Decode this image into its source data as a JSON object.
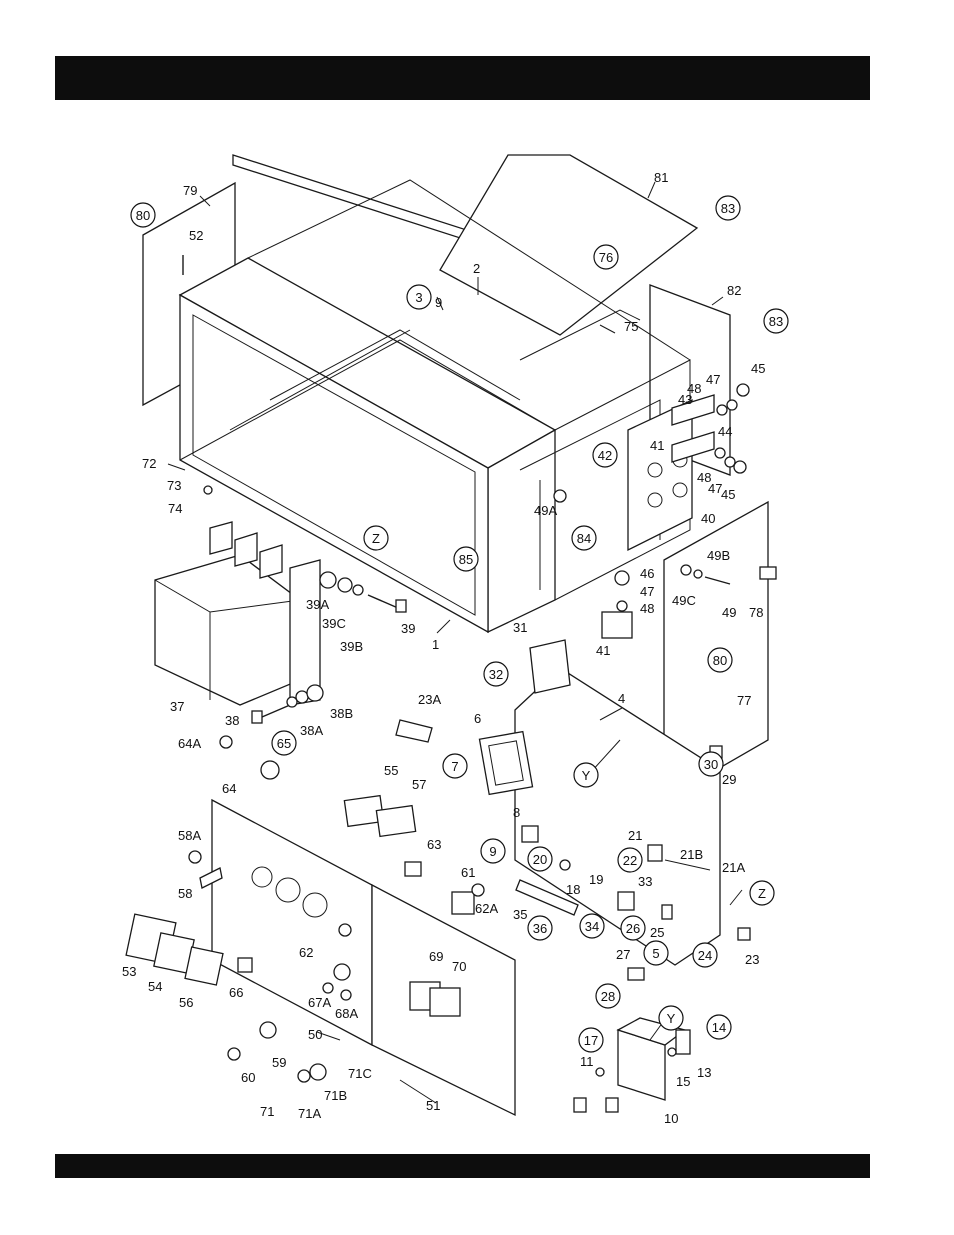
{
  "header": {
    "title": ""
  },
  "footer": {
    "text": ""
  },
  "diagram": {
    "labels": [
      {
        "id": "79",
        "text": "79",
        "circled": false
      },
      {
        "id": "80a",
        "text": "80",
        "circled": true
      },
      {
        "id": "52",
        "text": "52",
        "circled": false
      },
      {
        "id": "2",
        "text": "2",
        "circled": false
      },
      {
        "id": "3",
        "text": "3",
        "circled": true
      },
      {
        "id": "9top",
        "text": "9",
        "circled": false
      },
      {
        "id": "81",
        "text": "81",
        "circled": false
      },
      {
        "id": "83a",
        "text": "83",
        "circled": true
      },
      {
        "id": "76",
        "text": "76",
        "circled": true
      },
      {
        "id": "75",
        "text": "75",
        "circled": false
      },
      {
        "id": "82",
        "text": "82",
        "circled": false
      },
      {
        "id": "83b",
        "text": "83",
        "circled": true
      },
      {
        "id": "45a",
        "text": "45",
        "circled": false
      },
      {
        "id": "47a",
        "text": "47",
        "circled": false
      },
      {
        "id": "48a",
        "text": "48",
        "circled": false
      },
      {
        "id": "43",
        "text": "43",
        "circled": false
      },
      {
        "id": "41a",
        "text": "41",
        "circled": false
      },
      {
        "id": "44",
        "text": "44",
        "circled": false
      },
      {
        "id": "42",
        "text": "42",
        "circled": true
      },
      {
        "id": "48b",
        "text": "48",
        "circled": false
      },
      {
        "id": "47b",
        "text": "47",
        "circled": false
      },
      {
        "id": "45b",
        "text": "45",
        "circled": false
      },
      {
        "id": "40",
        "text": "40",
        "circled": false
      },
      {
        "id": "49A",
        "text": "49A",
        "circled": false
      },
      {
        "id": "72",
        "text": "72",
        "circled": false
      },
      {
        "id": "73",
        "text": "73",
        "circled": false
      },
      {
        "id": "74",
        "text": "74",
        "circled": false
      },
      {
        "id": "Z1",
        "text": "Z",
        "circled": true
      },
      {
        "id": "85",
        "text": "85",
        "circled": true
      },
      {
        "id": "84",
        "text": "84",
        "circled": true
      },
      {
        "id": "46",
        "text": "46",
        "circled": false
      },
      {
        "id": "47c",
        "text": "47",
        "circled": false
      },
      {
        "id": "48c",
        "text": "48",
        "circled": false
      },
      {
        "id": "41b",
        "text": "41",
        "circled": false
      },
      {
        "id": "49B",
        "text": "49B",
        "circled": false
      },
      {
        "id": "49C",
        "text": "49C",
        "circled": false
      },
      {
        "id": "49",
        "text": "49",
        "circled": false
      },
      {
        "id": "78",
        "text": "78",
        "circled": false
      },
      {
        "id": "39A",
        "text": "39A",
        "circled": false
      },
      {
        "id": "39C",
        "text": "39C",
        "circled": false
      },
      {
        "id": "39",
        "text": "39",
        "circled": false
      },
      {
        "id": "39B",
        "text": "39B",
        "circled": false
      },
      {
        "id": "1",
        "text": "1",
        "circled": false
      },
      {
        "id": "31",
        "text": "31",
        "circled": false
      },
      {
        "id": "32",
        "text": "32",
        "circled": true
      },
      {
        "id": "80b",
        "text": "80",
        "circled": true
      },
      {
        "id": "77",
        "text": "77",
        "circled": false
      },
      {
        "id": "37",
        "text": "37",
        "circled": false
      },
      {
        "id": "38",
        "text": "38",
        "circled": false
      },
      {
        "id": "38A",
        "text": "38A",
        "circled": false
      },
      {
        "id": "38B",
        "text": "38B",
        "circled": false
      },
      {
        "id": "23A",
        "text": "23A",
        "circled": false
      },
      {
        "id": "6",
        "text": "6",
        "circled": false
      },
      {
        "id": "4",
        "text": "4",
        "circled": false
      },
      {
        "id": "7",
        "text": "7",
        "circled": true
      },
      {
        "id": "Y1",
        "text": "Y",
        "circled": true
      },
      {
        "id": "30",
        "text": "30",
        "circled": true
      },
      {
        "id": "29",
        "text": "29",
        "circled": false
      },
      {
        "id": "64A",
        "text": "64A",
        "circled": false
      },
      {
        "id": "65",
        "text": "65",
        "circled": true
      },
      {
        "id": "64",
        "text": "64",
        "circled": false
      },
      {
        "id": "55",
        "text": "55",
        "circled": false
      },
      {
        "id": "57",
        "text": "57",
        "circled": false
      },
      {
        "id": "8",
        "text": "8",
        "circled": false
      },
      {
        "id": "9",
        "text": "9",
        "circled": true
      },
      {
        "id": "20",
        "text": "20",
        "circled": true
      },
      {
        "id": "21",
        "text": "21",
        "circled": false
      },
      {
        "id": "22",
        "text": "22",
        "circled": true
      },
      {
        "id": "21B",
        "text": "21B",
        "circled": false
      },
      {
        "id": "21A",
        "text": "21A",
        "circled": false
      },
      {
        "id": "58A",
        "text": "58A",
        "circled": false
      },
      {
        "id": "58",
        "text": "58",
        "circled": false
      },
      {
        "id": "63",
        "text": "63",
        "circled": false
      },
      {
        "id": "18",
        "text": "18",
        "circled": false
      },
      {
        "id": "19",
        "text": "19",
        "circled": false
      },
      {
        "id": "33",
        "text": "33",
        "circled": false
      },
      {
        "id": "Z2",
        "text": "Z",
        "circled": true
      },
      {
        "id": "61",
        "text": "61",
        "circled": false
      },
      {
        "id": "62A",
        "text": "62A",
        "circled": false
      },
      {
        "id": "35",
        "text": "35",
        "circled": false
      },
      {
        "id": "36",
        "text": "36",
        "circled": true
      },
      {
        "id": "34",
        "text": "34",
        "circled": true
      },
      {
        "id": "26",
        "text": "26",
        "circled": true
      },
      {
        "id": "25",
        "text": "25",
        "circled": false
      },
      {
        "id": "5",
        "text": "5",
        "circled": true
      },
      {
        "id": "24",
        "text": "24",
        "circled": true
      },
      {
        "id": "23",
        "text": "23",
        "circled": false
      },
      {
        "id": "53",
        "text": "53",
        "circled": false
      },
      {
        "id": "54",
        "text": "54",
        "circled": false
      },
      {
        "id": "56",
        "text": "56",
        "circled": false
      },
      {
        "id": "66",
        "text": "66",
        "circled": false
      },
      {
        "id": "62",
        "text": "62",
        "circled": false
      },
      {
        "id": "69",
        "text": "69",
        "circled": false
      },
      {
        "id": "70",
        "text": "70",
        "circled": false
      },
      {
        "id": "27",
        "text": "27",
        "circled": false
      },
      {
        "id": "28",
        "text": "28",
        "circled": true
      },
      {
        "id": "67A",
        "text": "67A",
        "circled": false
      },
      {
        "id": "68A",
        "text": "68A",
        "circled": false
      },
      {
        "id": "50",
        "text": "50",
        "circled": false
      },
      {
        "id": "59",
        "text": "59",
        "circled": false
      },
      {
        "id": "60",
        "text": "60",
        "circled": false
      },
      {
        "id": "71C",
        "text": "71C",
        "circled": false
      },
      {
        "id": "71B",
        "text": "71B",
        "circled": false
      },
      {
        "id": "71",
        "text": "71",
        "circled": false
      },
      {
        "id": "71A",
        "text": "71A",
        "circled": false
      },
      {
        "id": "51",
        "text": "51",
        "circled": false
      },
      {
        "id": "17",
        "text": "17",
        "circled": true
      },
      {
        "id": "Y2",
        "text": "Y",
        "circled": true
      },
      {
        "id": "14",
        "text": "14",
        "circled": true
      },
      {
        "id": "11",
        "text": "11",
        "circled": false
      },
      {
        "id": "15",
        "text": "15",
        "circled": false
      },
      {
        "id": "13",
        "text": "13",
        "circled": false
      },
      {
        "id": "10",
        "text": "10",
        "circled": false
      }
    ]
  }
}
